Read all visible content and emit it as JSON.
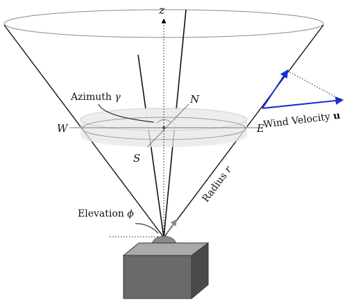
{
  "diagram": {
    "axis_z": "z",
    "compass": {
      "north": "N",
      "south": "S",
      "east": "E",
      "west": "W"
    },
    "azimuth": {
      "text": "Azimuth ",
      "symbol": "γ"
    },
    "elevation": {
      "text": "Elevation ",
      "symbol": "ϕ"
    },
    "radius": {
      "text": "Radius ",
      "symbol": "r"
    },
    "wind": {
      "text": "Wind Velocity ",
      "symbol": "u"
    }
  }
}
